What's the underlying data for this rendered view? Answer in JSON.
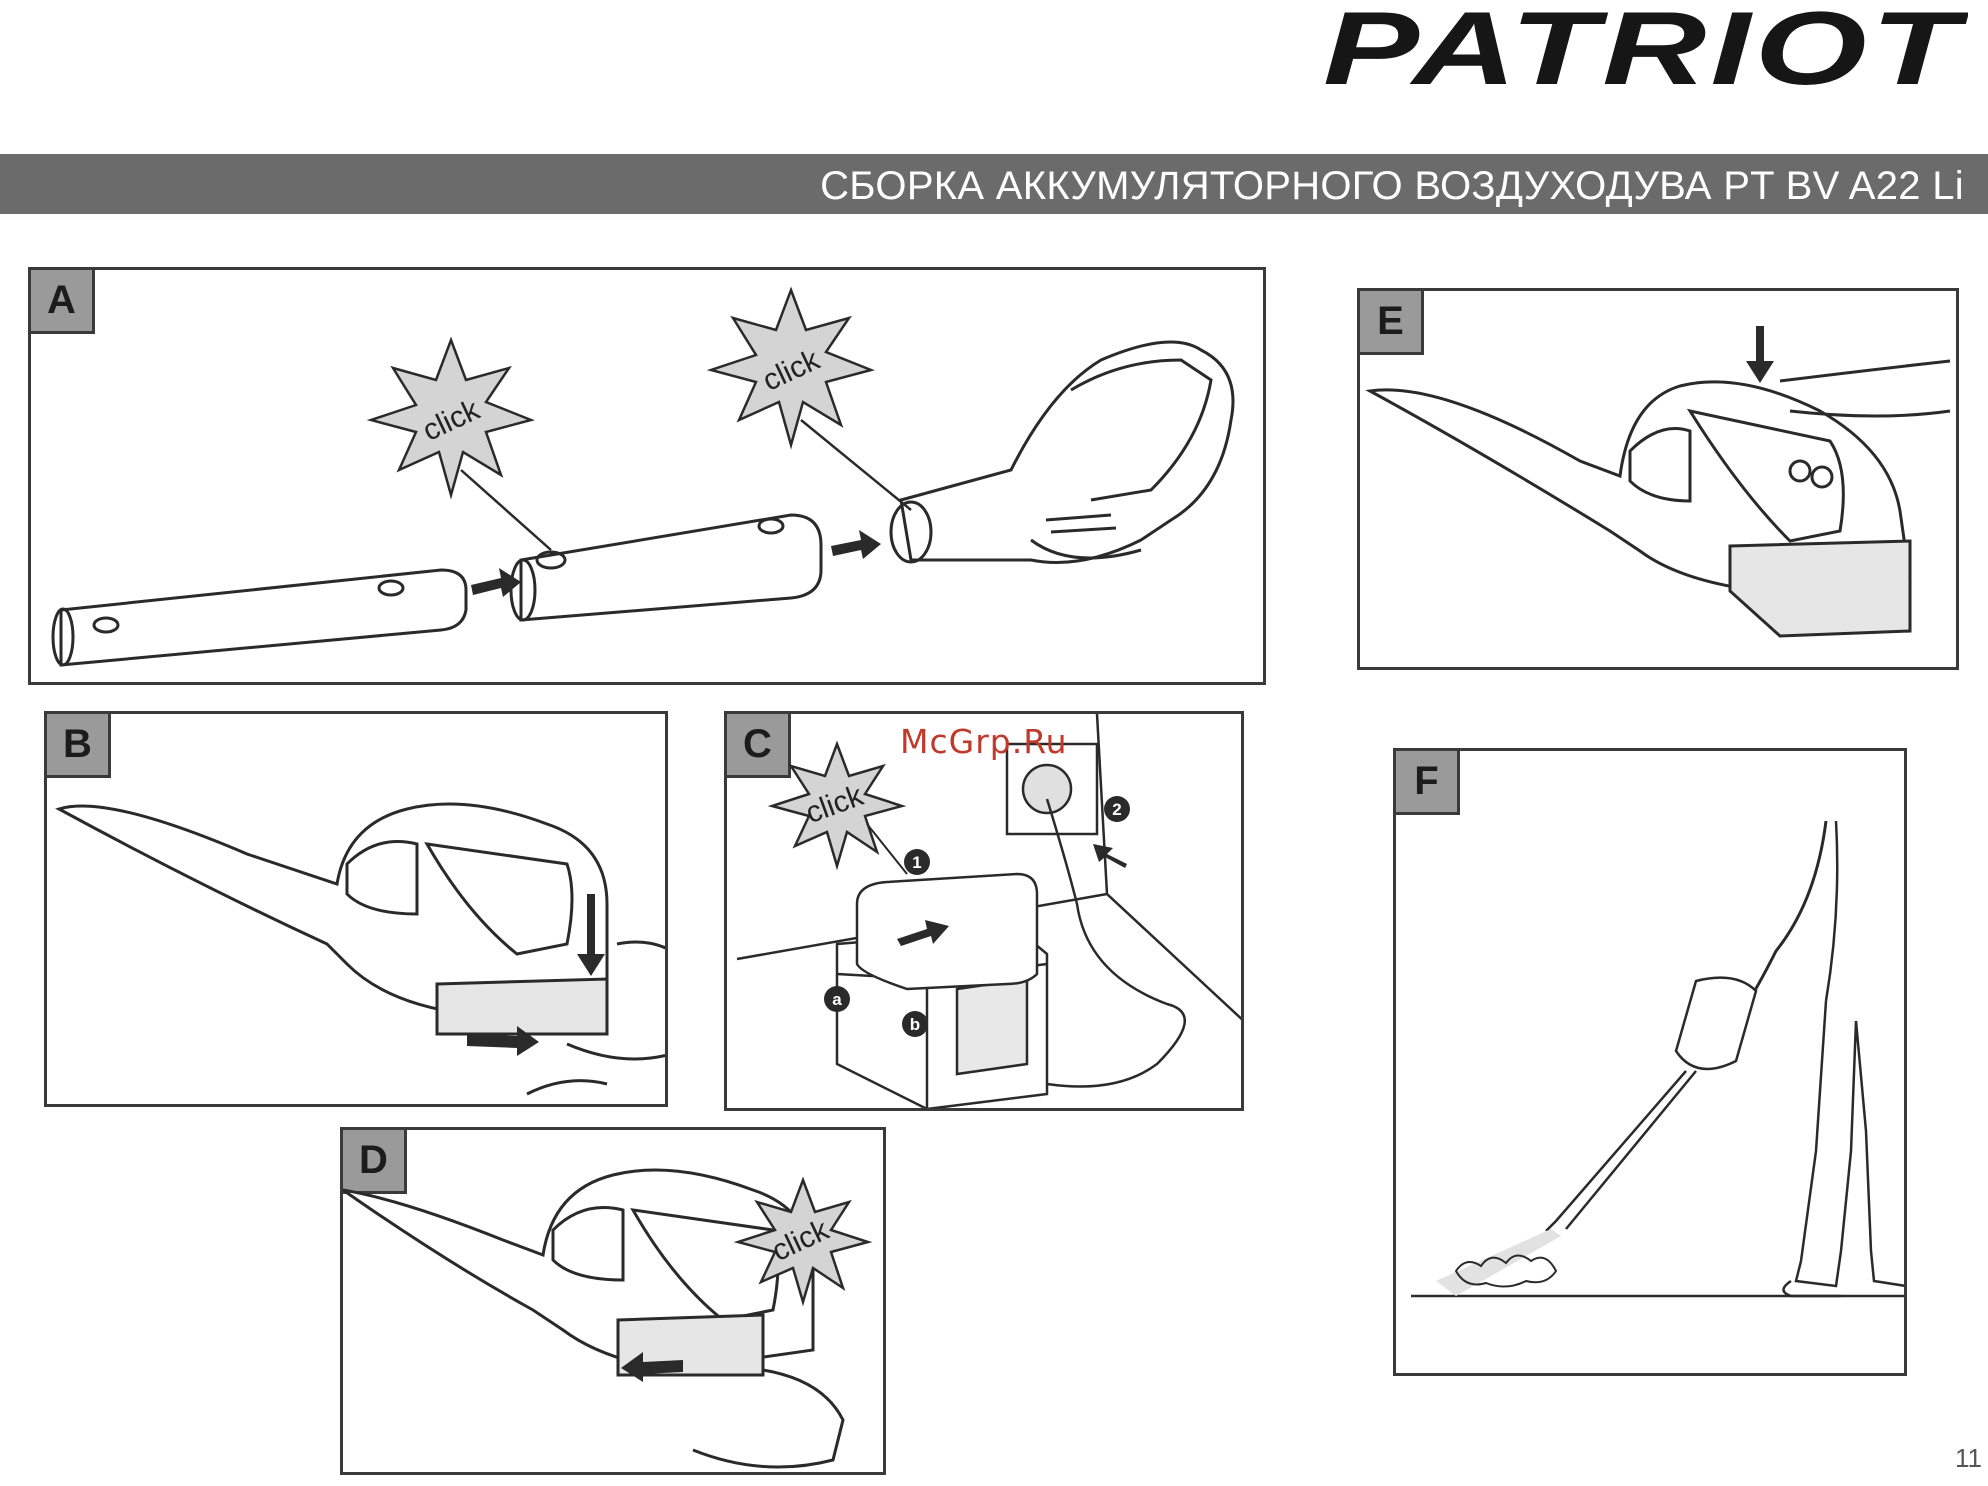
{
  "brand": {
    "logo_text": "PATRIOT"
  },
  "header": {
    "title": "СБОРКА АККУМУЛЯТОРНОГО ВОЗДУХОДУВА PT BV A22 Li"
  },
  "panels": [
    {
      "id": "A",
      "label": "A",
      "clicks": [
        "click",
        "click"
      ]
    },
    {
      "id": "B",
      "label": "B"
    },
    {
      "id": "C",
      "label": "C",
      "clicks": [
        "click"
      ],
      "markers": [
        "1",
        "2",
        "a",
        "b"
      ]
    },
    {
      "id": "D",
      "label": "D",
      "clicks": [
        "click"
      ]
    },
    {
      "id": "E",
      "label": "E"
    },
    {
      "id": "F",
      "label": "F"
    }
  ],
  "watermark": "McGrp.Ru",
  "page_number": "11",
  "colors": {
    "header_bar": "#6b6b6b",
    "label_bg": "#9a9a9a",
    "burst_fill": "#d4d4d4",
    "watermark": "#c0392b"
  }
}
